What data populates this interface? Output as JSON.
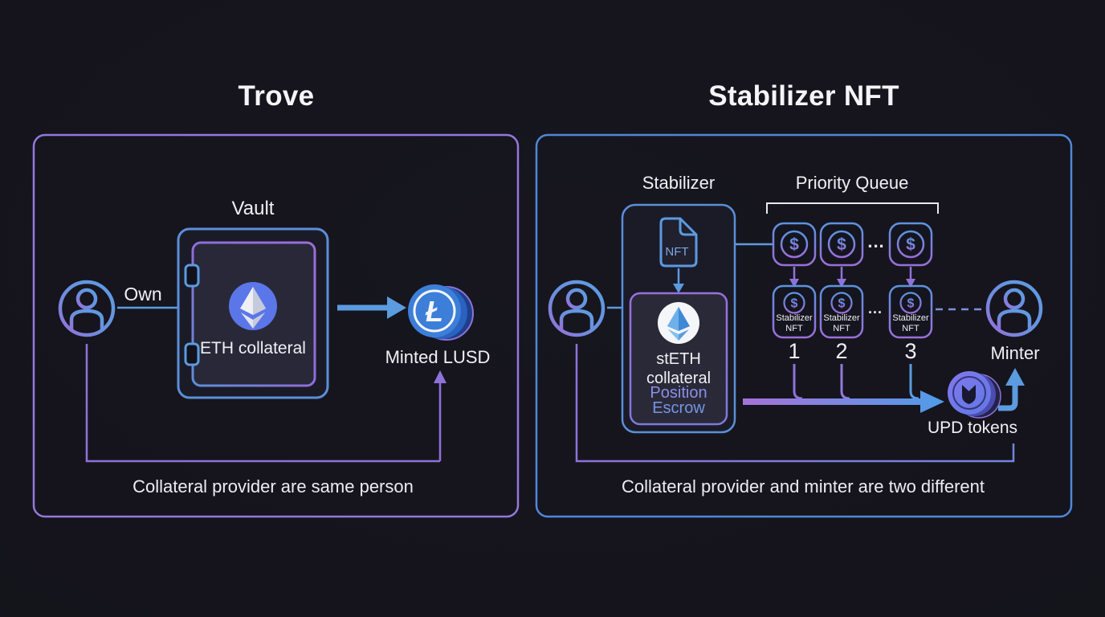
{
  "titles": {
    "left": "Trove",
    "right": "Stabilizer NFT"
  },
  "left_panel": {
    "vault_label": "Vault",
    "own_label": "Own",
    "vault_content_label": "ETH collateral",
    "coin_label": "Minted LUSD",
    "caption": "Collateral provider are same person"
  },
  "right_panel": {
    "stabilizer_label": "Stabilizer",
    "priority_queue_label": "Priority Queue",
    "nft_icon_label": "NFT",
    "collateral_label_line1": "stETH",
    "collateral_label_line2": "collateral",
    "escrow_label_line1": "Position",
    "escrow_label_line2": "Escrow",
    "nft_box_label_line1": "Stabilizer",
    "nft_box_label_line2": "NFT",
    "queue_positions": [
      "1",
      "2",
      "3"
    ],
    "queue_ellipsis": "...",
    "minter_label": "Minter",
    "upd_label": "UPD tokens",
    "caption": "Collateral provider and minter are two different"
  },
  "icons": {
    "dollar_glyph": "$",
    "lusd_glyph": "Ł"
  },
  "colors": {
    "background": "#15151e",
    "left_panel_border": "#9478dd",
    "right_panel_border": "#5088d8",
    "purple_accent": "#8f72d9",
    "blue_accent": "#5b9be0",
    "eth_coin_fill": "#5b76e8",
    "lusd_coin_fill": "#3d7fd8",
    "upd_coin_fill": "#6e6ee8",
    "white_text": "#f0f0f4"
  }
}
